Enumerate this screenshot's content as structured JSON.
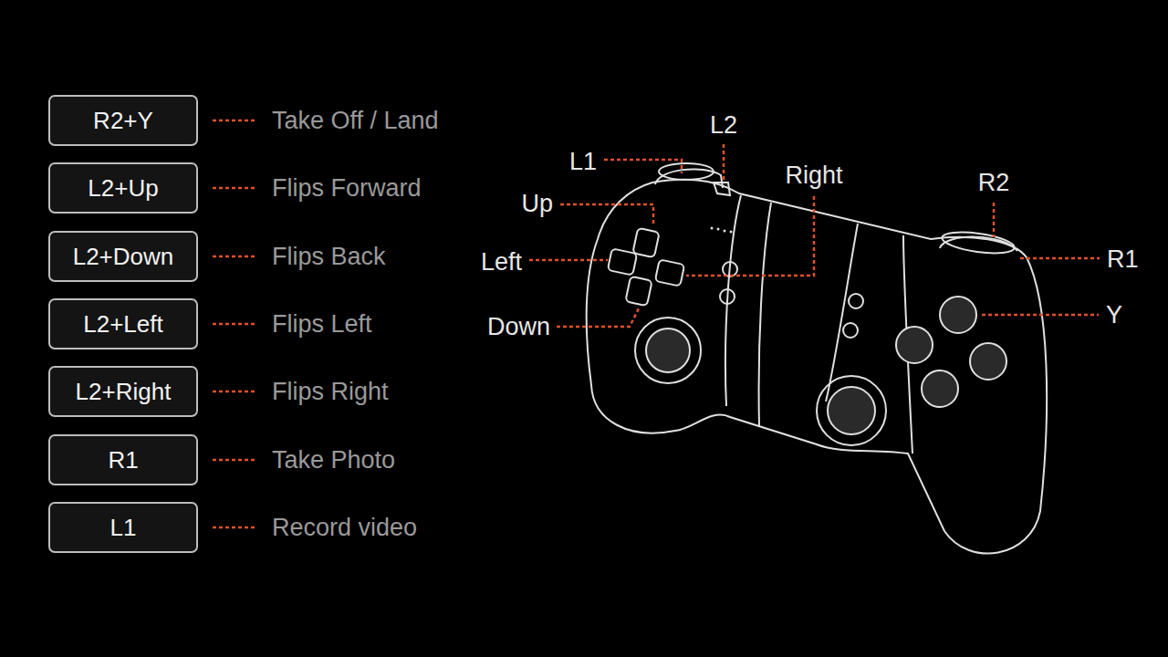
{
  "diagram": {
    "nodes": [
      {
        "text": [
          "R2+Y"
        ]
      },
      {
        "text": [
          "L2+Up"
        ]
      },
      {
        "text": [
          "L2+Down"
        ]
      },
      {
        "text": [
          "L2+Left"
        ]
      },
      {
        "text": [
          "L2+Right"
        ]
      },
      {
        "text": [
          "R1"
        ]
      },
      {
        "text": [
          "L1"
        ]
      }
    ],
    "labels": [
      "Take Off / Land",
      "Flips Forward",
      "Flips Back",
      "Flips Left",
      "Flips Right",
      "Take Photo",
      "Record video",
      "L2",
      "L1",
      "Right",
      "R2",
      "Up",
      "Left",
      "R1",
      "Y",
      "Down"
    ]
  }
}
